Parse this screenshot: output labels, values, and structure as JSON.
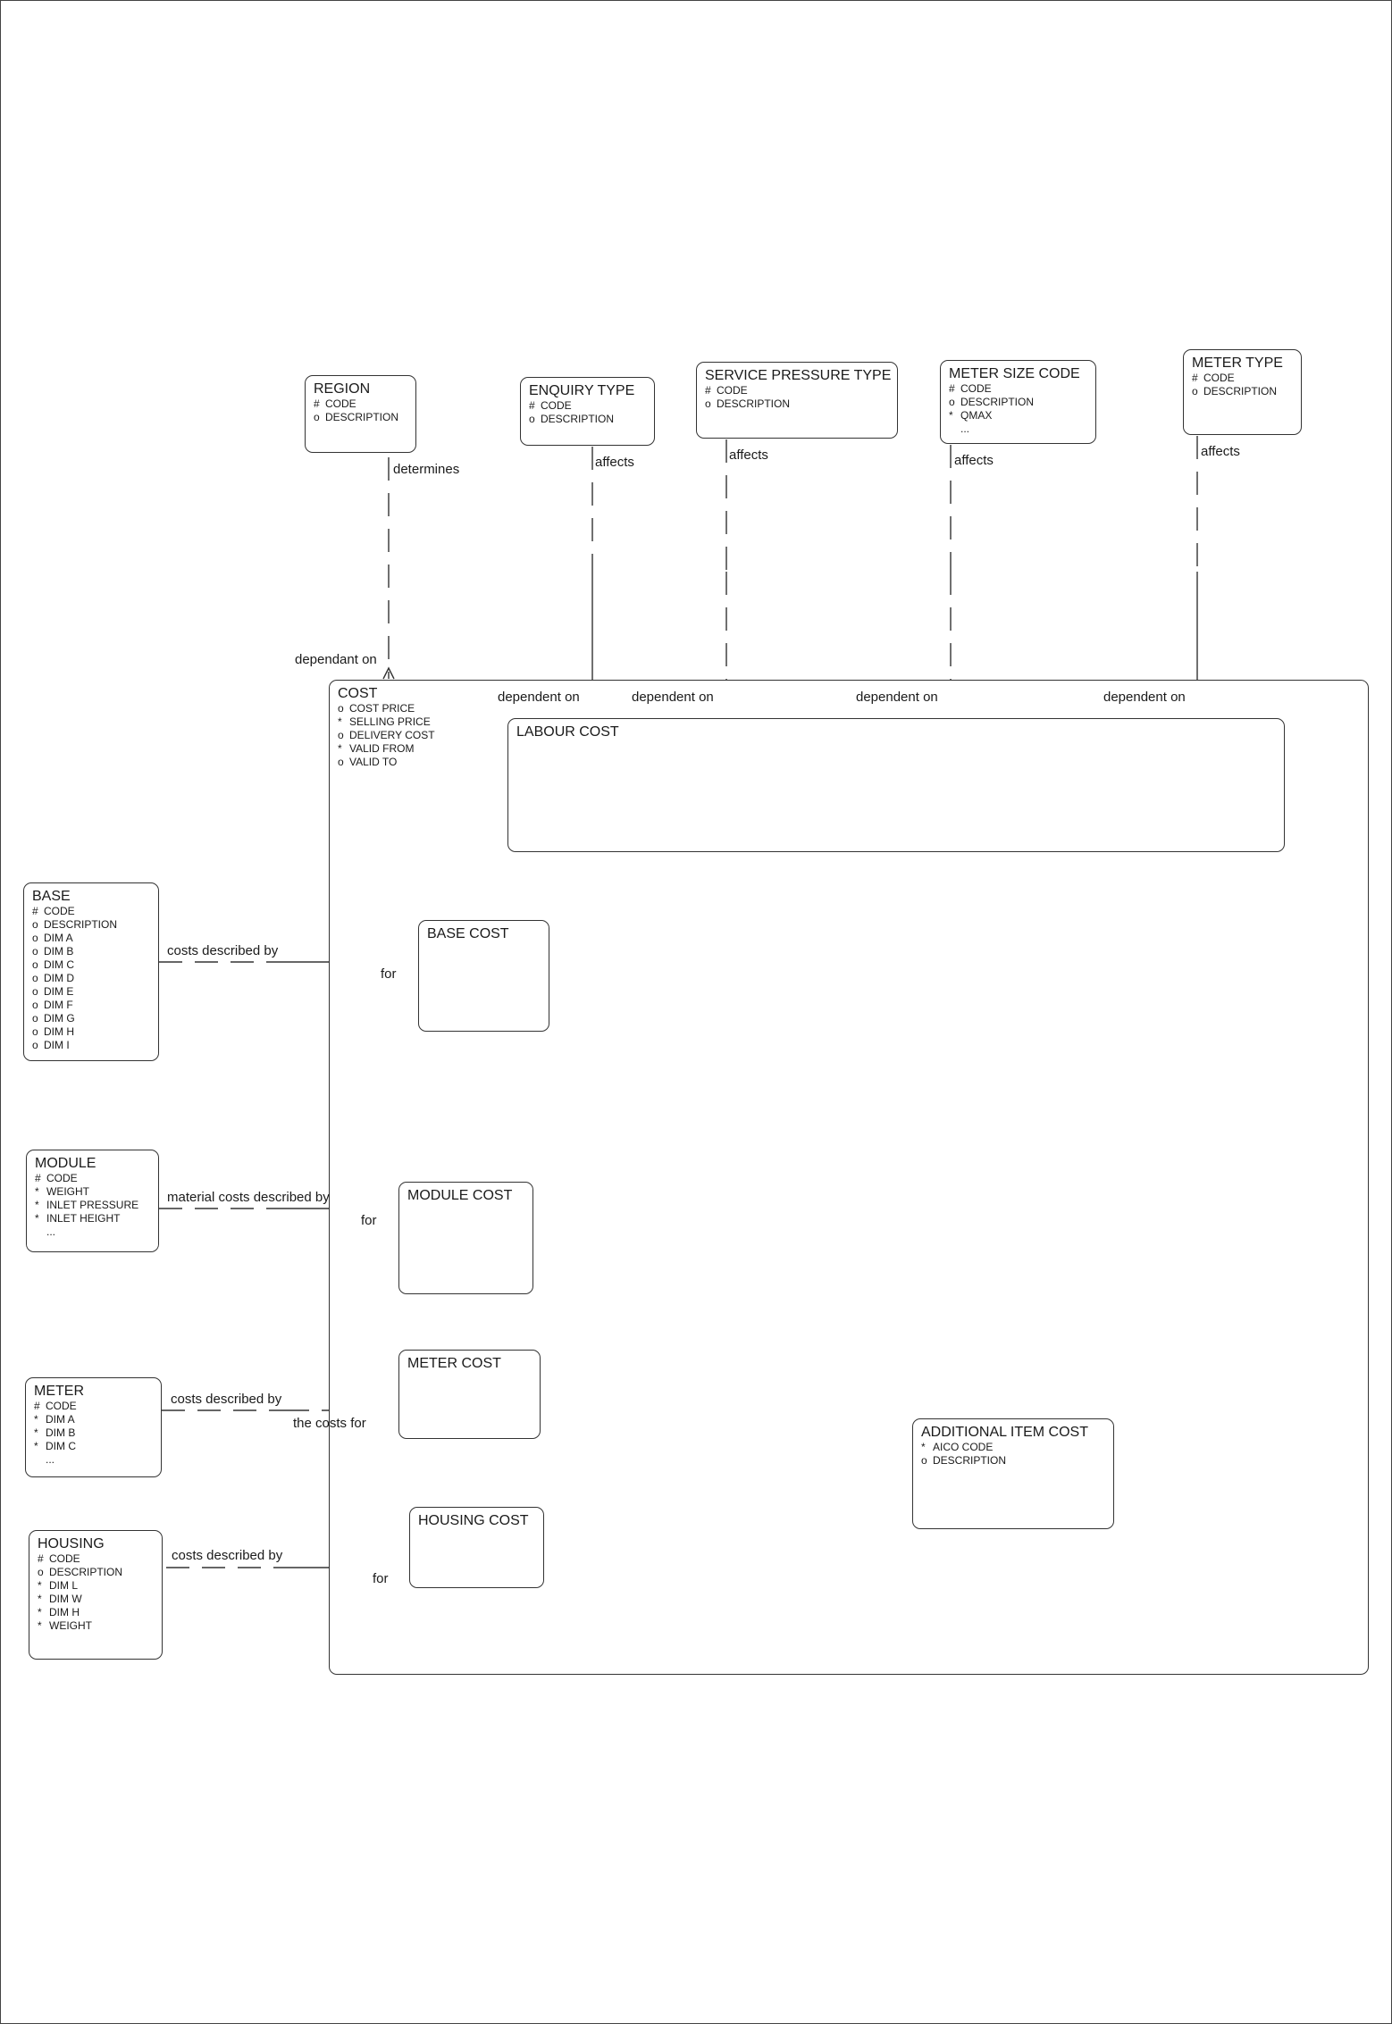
{
  "entities": {
    "region": {
      "name": "REGION",
      "attributes": [
        {
          "sym": "#",
          "text": "CODE"
        },
        {
          "sym": "o",
          "text": "DESCRIPTION"
        }
      ]
    },
    "enquiry_type": {
      "name": "ENQUIRY TYPE",
      "attributes": [
        {
          "sym": "#",
          "text": "CODE"
        },
        {
          "sym": "o",
          "text": "DESCRIPTION"
        }
      ]
    },
    "service_pressure_type": {
      "name": "SERVICE PRESSURE TYPE",
      "attributes": [
        {
          "sym": "#",
          "text": "CODE"
        },
        {
          "sym": "o",
          "text": "DESCRIPTION"
        }
      ]
    },
    "meter_size_code": {
      "name": "METER SIZE CODE",
      "attributes": [
        {
          "sym": "#",
          "text": "CODE"
        },
        {
          "sym": "o",
          "text": "DESCRIPTION"
        },
        {
          "sym": "*",
          "text": "QMAX"
        },
        {
          "sym": "",
          "text": "..."
        }
      ]
    },
    "meter_type": {
      "name": "METER TYPE",
      "attributes": [
        {
          "sym": "#",
          "text": "CODE"
        },
        {
          "sym": "o",
          "text": "DESCRIPTION"
        }
      ]
    },
    "cost": {
      "name": "COST",
      "attributes": [
        {
          "sym": "o",
          "text": "COST PRICE"
        },
        {
          "sym": "*",
          "text": "SELLING PRICE"
        },
        {
          "sym": "o",
          "text": "DELIVERY COST"
        },
        {
          "sym": "*",
          "text": "VALID FROM"
        },
        {
          "sym": "o",
          "text": "VALID TO"
        }
      ]
    },
    "labour_cost": {
      "name": "LABOUR COST",
      "attributes": []
    },
    "base": {
      "name": "BASE",
      "attributes": [
        {
          "sym": "#",
          "text": "CODE"
        },
        {
          "sym": "o",
          "text": "DESCRIPTION"
        },
        {
          "sym": "o",
          "text": "DIM A"
        },
        {
          "sym": "o",
          "text": "DIM B"
        },
        {
          "sym": "o",
          "text": "DIM C"
        },
        {
          "sym": "o",
          "text": "DIM D"
        },
        {
          "sym": "o",
          "text": "DIM E"
        },
        {
          "sym": "o",
          "text": "DIM F"
        },
        {
          "sym": "o",
          "text": "DIM G"
        },
        {
          "sym": "o",
          "text": "DIM H"
        },
        {
          "sym": "o",
          "text": "DIM I"
        }
      ]
    },
    "base_cost": {
      "name": "BASE COST",
      "attributes": []
    },
    "module": {
      "name": "MODULE",
      "attributes": [
        {
          "sym": "#",
          "text": "CODE"
        },
        {
          "sym": "*",
          "text": "WEIGHT"
        },
        {
          "sym": "*",
          "text": "INLET PRESSURE"
        },
        {
          "sym": "*",
          "text": "INLET HEIGHT"
        },
        {
          "sym": "",
          "text": "..."
        }
      ]
    },
    "module_cost": {
      "name": "MODULE COST",
      "attributes": []
    },
    "meter": {
      "name": "METER",
      "attributes": [
        {
          "sym": "#",
          "text": "CODE"
        },
        {
          "sym": "*",
          "text": "DIM A"
        },
        {
          "sym": "*",
          "text": "DIM B"
        },
        {
          "sym": "*",
          "text": "DIM C"
        },
        {
          "sym": "",
          "text": "..."
        }
      ]
    },
    "meter_cost": {
      "name": "METER COST",
      "attributes": []
    },
    "housing": {
      "name": "HOUSING",
      "attributes": [
        {
          "sym": "#",
          "text": "CODE"
        },
        {
          "sym": "o",
          "text": "DESCRIPTION"
        },
        {
          "sym": "*",
          "text": "DIM L"
        },
        {
          "sym": "*",
          "text": "DIM W"
        },
        {
          "sym": "*",
          "text": "DIM H"
        },
        {
          "sym": "*",
          "text": "WEIGHT"
        }
      ]
    },
    "housing_cost": {
      "name": "HOUSING COST",
      "attributes": []
    },
    "additional_item_cost": {
      "name": "ADDITIONAL ITEM COST",
      "attributes": [
        {
          "sym": "*",
          "text": "AICO CODE"
        },
        {
          "sym": "o",
          "text": "DESCRIPTION"
        }
      ]
    }
  },
  "relationships": {
    "region_cost": {
      "from_label": "determines",
      "to_label": "dependant on"
    },
    "enquiry_labour": {
      "from_label": "affects",
      "to_label": "dependent on"
    },
    "pressure_labour": {
      "from_label": "affects",
      "to_label": "dependent on"
    },
    "metersize_labour": {
      "from_label": "affects",
      "to_label": "dependent on"
    },
    "metertype_labour": {
      "from_label": "affects",
      "to_label": "dependent on"
    },
    "base_basecost": {
      "from_label": "costs described by",
      "to_label": "for"
    },
    "module_modulecost": {
      "from_label": "material costs described by",
      "to_label": "for"
    },
    "meter_metercost": {
      "from_label": "costs described by",
      "to_label": "the costs for"
    },
    "housing_housingcost": {
      "from_label": "costs described by",
      "to_label": "for"
    }
  }
}
